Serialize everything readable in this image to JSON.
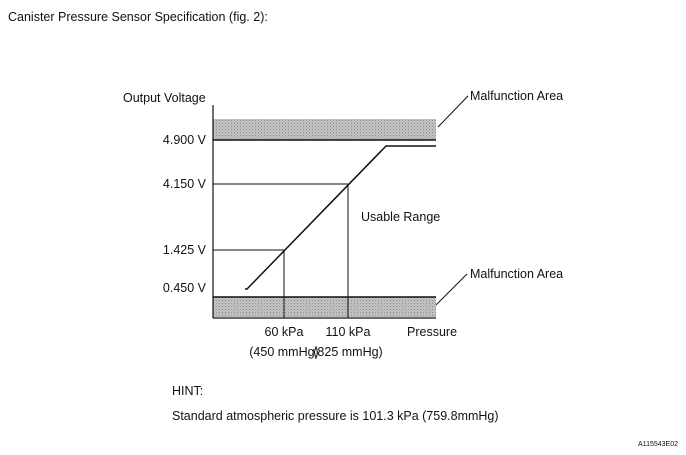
{
  "title": "Canister Pressure Sensor Specification (fig. 2):",
  "diagram": {
    "y_axis_label": "Output Voltage",
    "voltage_levels": [
      {
        "label": "4.900 V",
        "value": 4.9
      },
      {
        "label": "4.150 V",
        "value": 4.15
      },
      {
        "label": "1.425 V",
        "value": 1.425
      },
      {
        "label": "0.450 V",
        "value": 0.45
      }
    ],
    "pressure_points": [
      {
        "value_label": "60 kPa",
        "mmhg_label": "(450 mmHg)"
      },
      {
        "value_label": "110 kPa",
        "mmhg_label": "(825 mmHg)"
      }
    ],
    "x_axis_label": "Pressure",
    "malfunction_area_label": "Malfunction Area",
    "usable_range_label": "Usable Range",
    "colors": {
      "line": "#111111",
      "shaded_area": "#b8b8b8"
    }
  },
  "hint": {
    "heading": "HINT:",
    "text": "Standard atmospheric pressure is 101.3 kPa (759.8mmHg)"
  },
  "figure_id": "A115543E02"
}
